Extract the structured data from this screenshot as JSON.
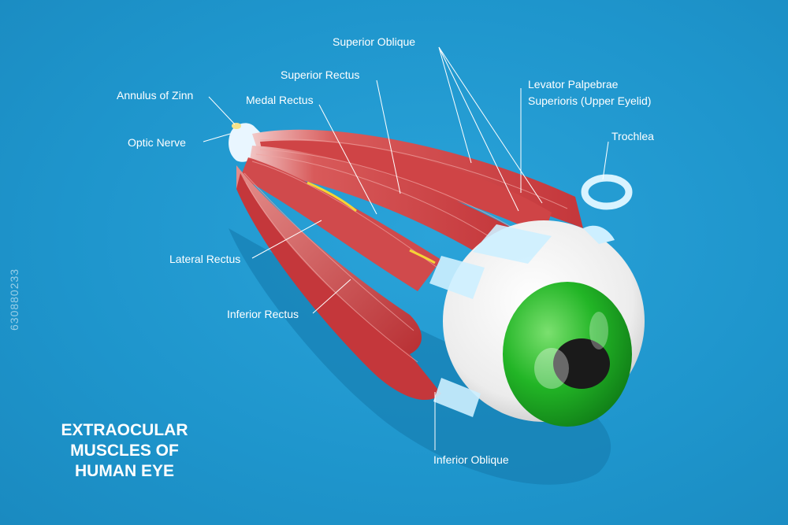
{
  "title_lines": [
    "EXTRAOCULAR",
    "MUSCLES OF",
    "HUMAN EYE"
  ],
  "labels": {
    "superior_oblique": "Superior Oblique",
    "superior_rectus": "Superior Rectus",
    "annulus_of_zinn": "Annulus of Zinn",
    "medal_rectus": "Medal Rectus",
    "levator_line1": "Levator Palpebrae",
    "levator_line2": "Superioris (Upper Eyelid)",
    "trochlea": "Trochlea",
    "optic_nerve": "Optic Nerve",
    "lateral_rectus": "Lateral Rectus",
    "inferior_rectus": "Inferior Rectus",
    "inferior_oblique": "Inferior Oblique"
  },
  "watermark": "630880233",
  "colors": {
    "background": "#1f98cf",
    "muscle": "#c8383c",
    "muscle_light": "#e07a78",
    "iris": "#22b526",
    "pupil": "#1a1a1a",
    "sclera": "#f4f4f4",
    "tendon": "#cdefff"
  }
}
